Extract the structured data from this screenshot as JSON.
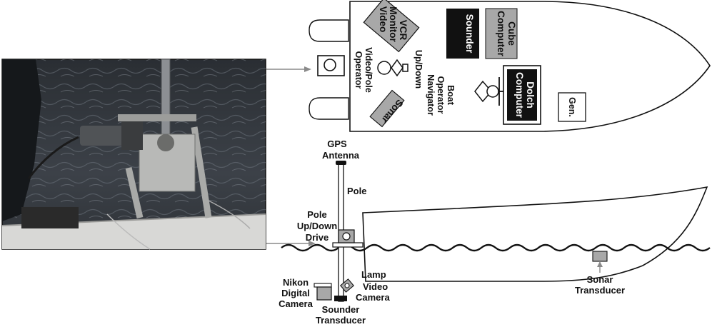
{
  "photo": {
    "description": "photograph of pole-mounted camera rig over water"
  },
  "top_view": {
    "video_monitor_vcr": [
      "Video",
      "Monitor",
      "VCR"
    ],
    "sounder": "Sounder",
    "cube_computer": [
      "Cube",
      "Computer"
    ],
    "video_pole_operator": [
      "Video/Pole",
      "Operator"
    ],
    "up_down": "Up/Down",
    "boat_operator_navigator": [
      "Boat",
      "Operator",
      "Navigator"
    ],
    "dolch_computer": [
      "Dolch",
      "Computer"
    ],
    "gen": "Gen.",
    "sonar": "Sonar"
  },
  "side_view": {
    "gps_antenna": [
      "GPS",
      "Antenna"
    ],
    "pole": "Pole",
    "pole_drive": [
      "Pole",
      "Up/Down",
      "Drive"
    ],
    "lamp": "Lamp",
    "video_camera": [
      "Video",
      "Camera"
    ],
    "nikon_camera": [
      "Nikon",
      "Digital",
      "Camera"
    ],
    "sounder_transducer": [
      "Sounder",
      "Transducer"
    ],
    "sonar_transducer": [
      "Sonar",
      "Transducer"
    ]
  },
  "colors": {
    "line": "#111111",
    "gray_box": "#a8a8a8",
    "black_box": "#111111",
    "arrow": "#8a8a8a",
    "water_dark": "#202428",
    "water_mid": "#4a5058"
  }
}
